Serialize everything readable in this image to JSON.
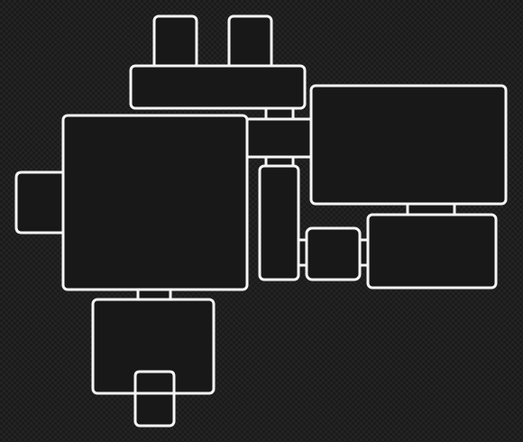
{
  "diagram": {
    "type": "floor-plan",
    "background_color": "#1b1b1b",
    "line_color": "#f4f4f4",
    "room_fill": "#181818",
    "rooms": [
      {
        "id": "top-tab-left"
      },
      {
        "id": "top-tab-right"
      },
      {
        "id": "top-wide-room"
      },
      {
        "id": "main-room"
      },
      {
        "id": "left-side-room"
      },
      {
        "id": "right-large-room"
      },
      {
        "id": "central-corridor"
      },
      {
        "id": "narrow-vertical-room"
      },
      {
        "id": "small-square-room"
      },
      {
        "id": "right-lower-room"
      },
      {
        "id": "bottom-room"
      },
      {
        "id": "bottom-tab"
      }
    ],
    "connectors": [
      {
        "id": "top-to-corridor"
      },
      {
        "id": "main-to-bottom"
      },
      {
        "id": "corridor-to-narrow"
      },
      {
        "id": "right-large-to-right-lower"
      },
      {
        "id": "narrow-to-small"
      },
      {
        "id": "small-to-right-lower"
      }
    ]
  }
}
